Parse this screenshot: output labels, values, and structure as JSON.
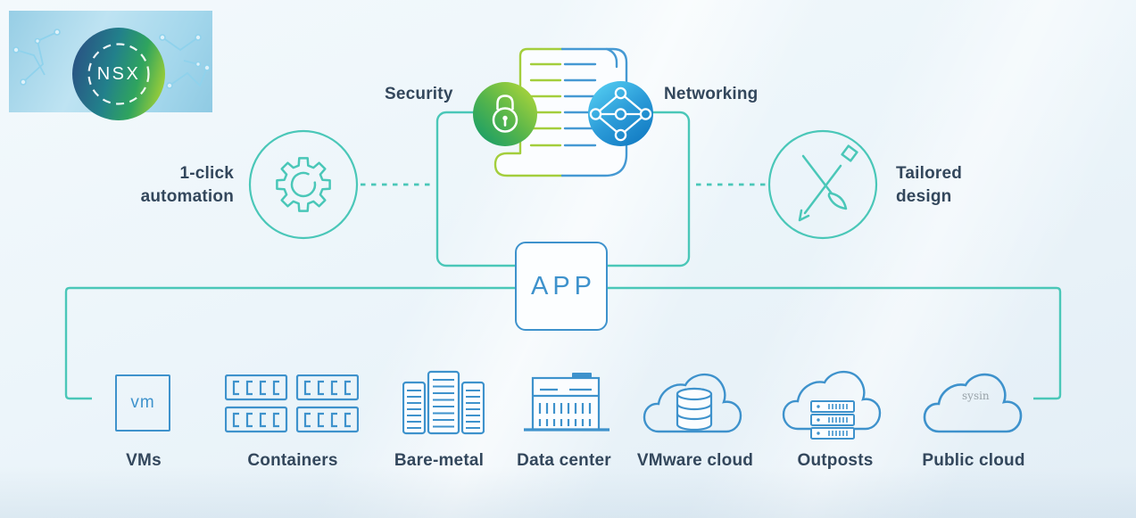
{
  "logo": {
    "text": "NSX"
  },
  "hero": {
    "security_label": "Security",
    "networking_label": "Networking",
    "automation_line1": "1-click",
    "automation_line2": "automation",
    "design_line1": "Tailored",
    "design_line2": "design",
    "app_label": "APP"
  },
  "platforms": [
    {
      "label": "VMs",
      "icon": "vm-box-icon",
      "icon_text": "vm"
    },
    {
      "label": "Containers",
      "icon": "containers-icon"
    },
    {
      "label": "Bare-metal",
      "icon": "bare-metal-icon"
    },
    {
      "label": "Data center",
      "icon": "data-center-icon"
    },
    {
      "label": "VMware cloud",
      "icon": "cloud-database-icon"
    },
    {
      "label": "Outposts",
      "icon": "cloud-server-rack-icon"
    },
    {
      "label": "Public cloud",
      "icon": "cloud-icon"
    }
  ],
  "watermark": "sysin",
  "colors": {
    "connector_teal": "#4AC7B8",
    "icon_blue": "#3E92CC",
    "scroll_green": "#A3CE3C",
    "text_navy": "#33475C",
    "security_gradient": [
      "#A9D43A",
      "#1FA065"
    ],
    "networking_gradient": [
      "#4EC6EE",
      "#147DC4"
    ]
  }
}
